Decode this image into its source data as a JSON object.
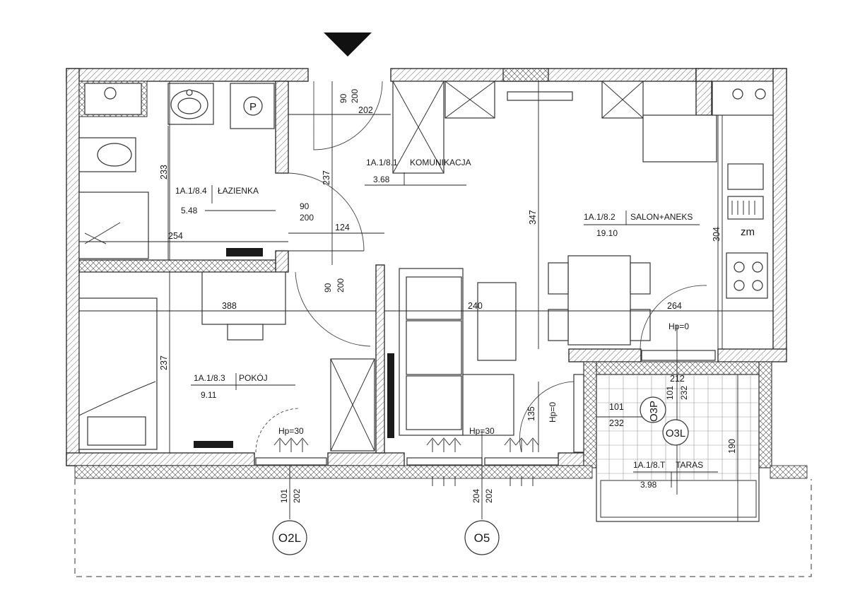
{
  "entry_marker": "entrance-arrow",
  "rooms": {
    "bathroom": {
      "id": "1A.1/8.4",
      "name": "ŁAZIENKA",
      "area": "5.48"
    },
    "hall": {
      "id": "1A.1/8.1",
      "name": "KOMUNIKACJA",
      "area": "3.68"
    },
    "living": {
      "id": "1A.1/8.2",
      "name": "SALON+ANEKS",
      "area": "19.10"
    },
    "bedroom": {
      "id": "1A.1/8.3",
      "name": "POKÓJ",
      "area": "9.11"
    },
    "terrace": {
      "id": "1A.1/8.T",
      "name": "TARAS",
      "area": "3.98"
    }
  },
  "dimensions": {
    "d202": "202",
    "d233": "233",
    "d237_hall": "237",
    "d254": "254",
    "d124": "124",
    "d347": "347",
    "d304": "304",
    "d388": "388",
    "d240": "240",
    "d264": "264",
    "d237_bed": "237",
    "d135": "135",
    "d190": "190",
    "d212": "212",
    "d101": "101",
    "d232": "232"
  },
  "openings": {
    "entry_w": "90",
    "entry_h": "200",
    "bath_w": "90",
    "bath_h": "200",
    "bed_w": "90",
    "bed_h": "200",
    "o2l_w": "101",
    "o2l_h": "202",
    "o5_w": "204",
    "o5_h": "202",
    "o3p_w": "101",
    "o3p_h": "232",
    "o3p_w2": "101",
    "o3p_h2": "232"
  },
  "annotations": {
    "hp30_bed": "Hp=30",
    "hp30_living": "Hp=30",
    "hp0_kitchen": "Hp=0",
    "hp0_terrace": "Hp=0",
    "parking_badge": "P",
    "zm_label": "zm"
  },
  "window_tags": {
    "o2l": "O2L",
    "o5": "O5",
    "o3p": "O3P",
    "o3l": "O3L"
  }
}
